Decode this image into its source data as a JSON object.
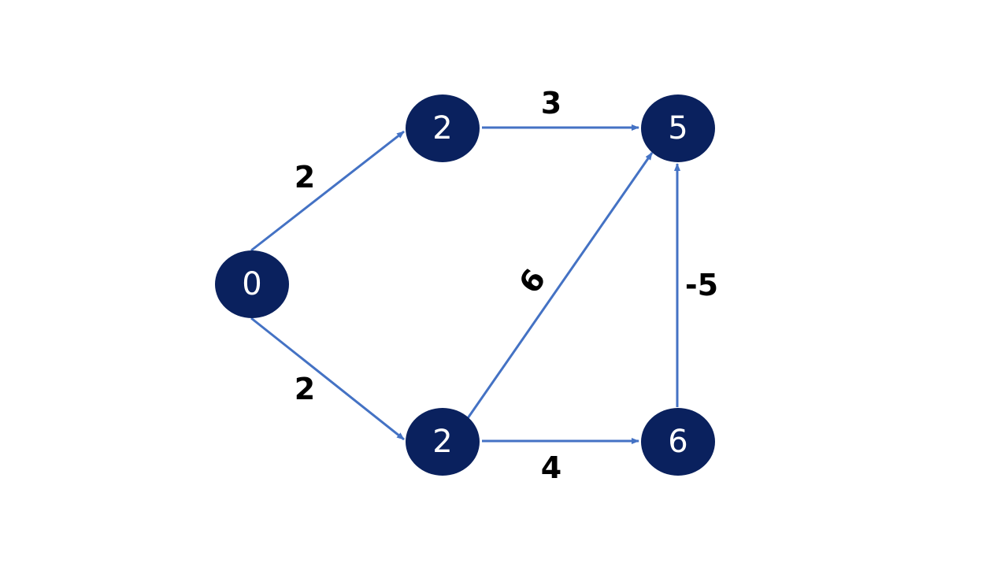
{
  "colors": {
    "node_fill": "#0a215e",
    "node_text": "#ffffff",
    "edge": "#4472c4",
    "edge_label": "#000000",
    "background": "#ffffff"
  },
  "graph": {
    "nodes": [
      {
        "id": "a",
        "label": "0"
      },
      {
        "id": "b",
        "label": "2"
      },
      {
        "id": "c",
        "label": "5"
      },
      {
        "id": "d",
        "label": "2"
      },
      {
        "id": "e",
        "label": "6"
      }
    ],
    "edges": [
      {
        "from": "a",
        "to": "b",
        "weight": "2"
      },
      {
        "from": "a",
        "to": "d",
        "weight": "2"
      },
      {
        "from": "b",
        "to": "c",
        "weight": "3"
      },
      {
        "from": "d",
        "to": "c",
        "weight": "6"
      },
      {
        "from": "d",
        "to": "e",
        "weight": "4"
      },
      {
        "from": "e",
        "to": "c",
        "weight": "-5"
      }
    ]
  }
}
